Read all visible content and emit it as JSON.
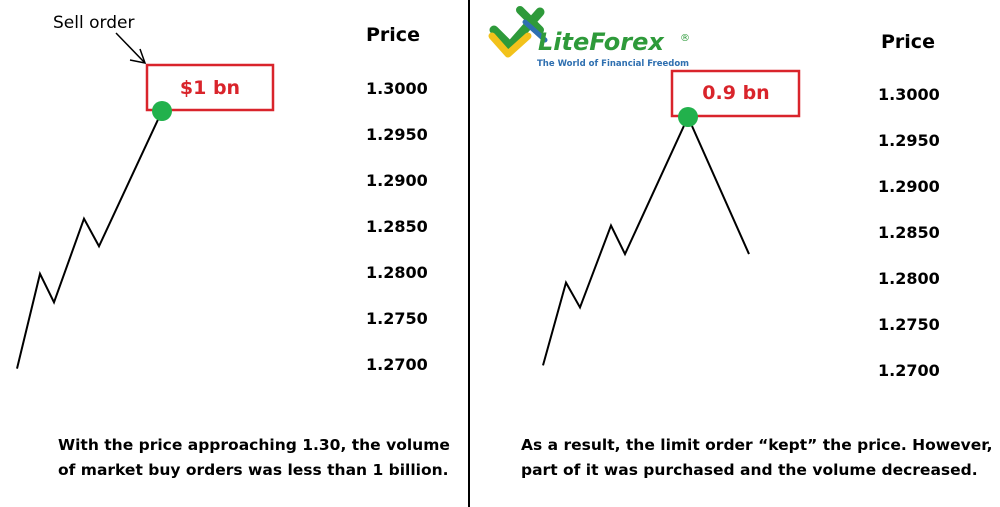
{
  "logo": {
    "name": "LiteForex",
    "registered_mark": "®",
    "tagline": "The World of Financial Freedom",
    "colors": {
      "green": "#2e9a3a",
      "yellow": "#f2c21b",
      "blue": "#2e6fb0"
    }
  },
  "colors": {
    "order_box_border": "#d9242b",
    "order_box_text": "#d9242b",
    "price_marker": "#22b14c",
    "price_line": "#000000",
    "divider": "#000000"
  },
  "chart_data": [
    {
      "type": "line",
      "axis_title": "Price",
      "y_ticks": [
        "1.3000",
        "1.2950",
        "1.2900",
        "1.2850",
        "1.2800",
        "1.2750",
        "1.2700"
      ],
      "series": [
        {
          "values": [
            1.2695,
            1.2798,
            1.2767,
            1.2858,
            1.2828,
            1.2975
          ]
        }
      ],
      "order_box_label": "$1 bn",
      "annotation": "Sell order",
      "caption": [
        "With the price approaching 1.30, the volume",
        "of market buy orders was less than 1 billion."
      ]
    },
    {
      "type": "line",
      "axis_title": "Price",
      "y_ticks": [
        "1.3000",
        "1.2950",
        "1.2900",
        "1.2850",
        "1.2800",
        "1.2750",
        "1.2700"
      ],
      "series": [
        {
          "values": [
            1.2705,
            1.2795,
            1.2768,
            1.2857,
            1.2826,
            1.2975,
            1.2826
          ]
        }
      ],
      "order_box_label": "0.9 bn",
      "caption": [
        "As a result, the limit order “kept” the price. However,",
        "part of it was purchased and the volume decreased."
      ]
    }
  ]
}
